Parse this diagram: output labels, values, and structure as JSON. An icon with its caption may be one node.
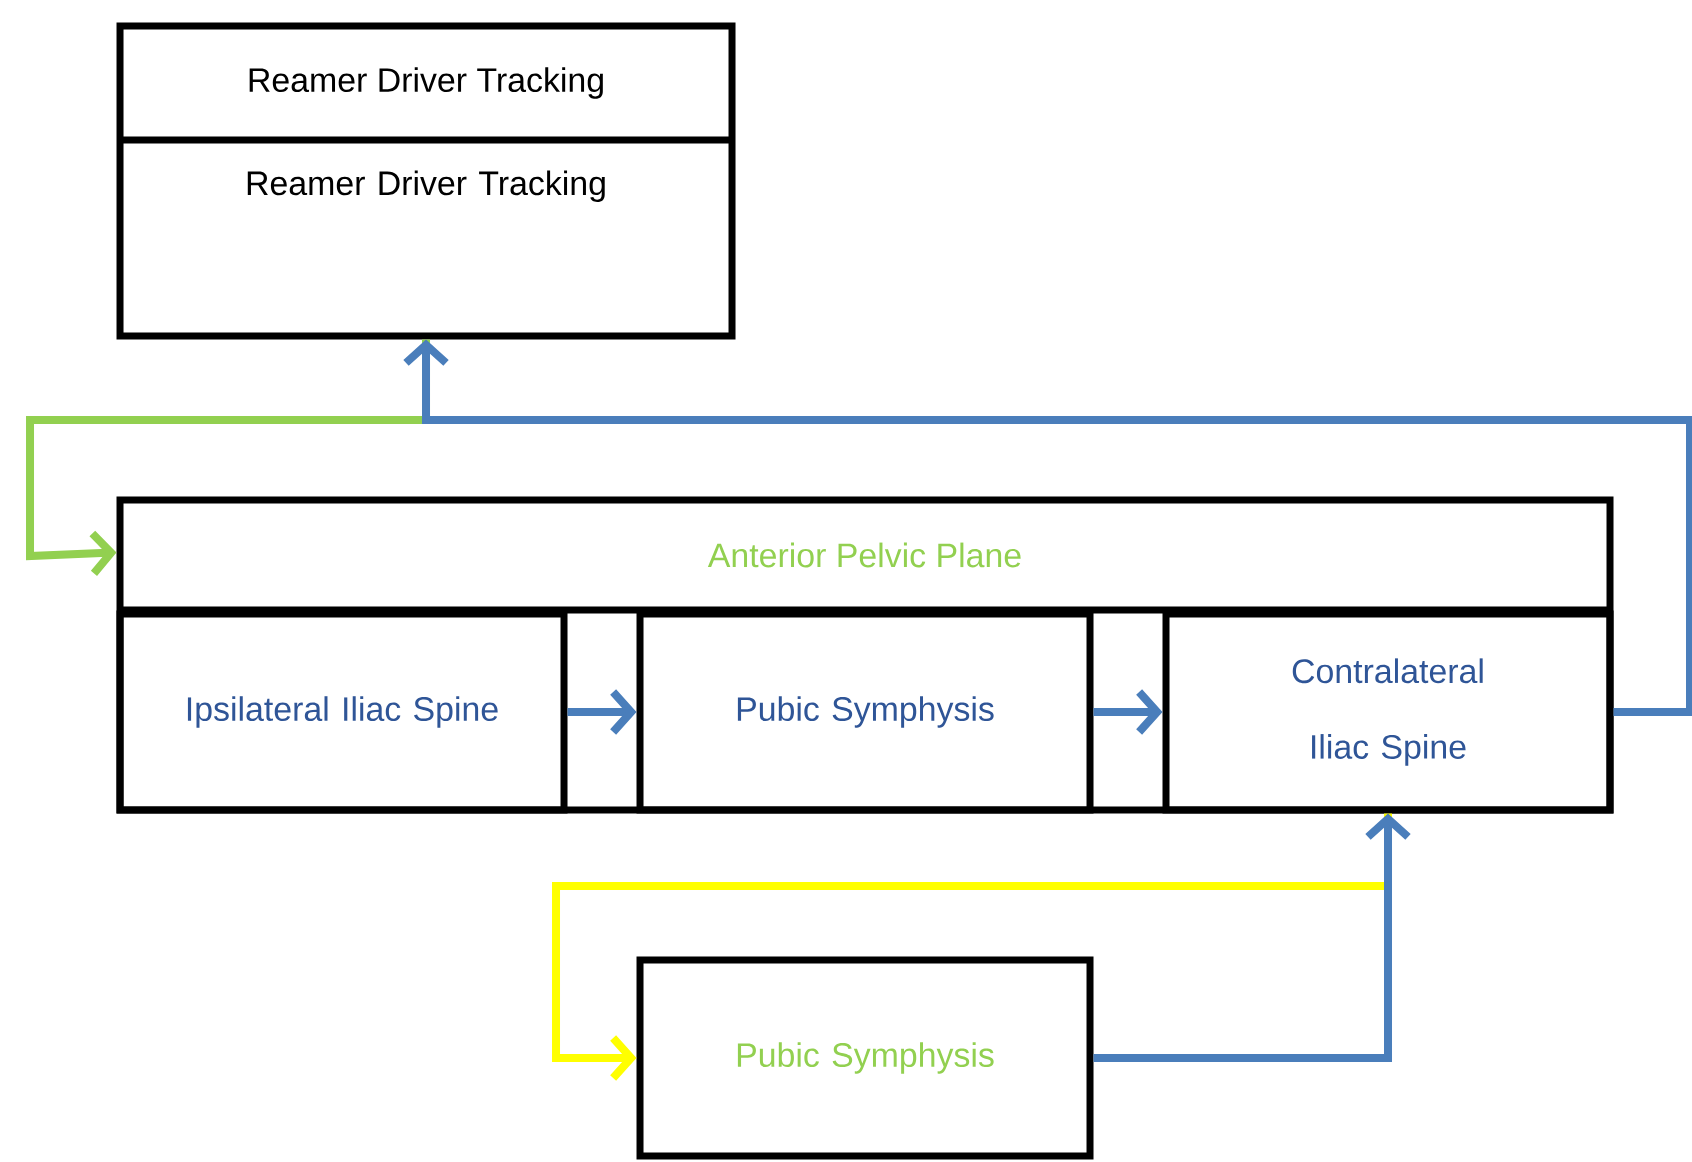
{
  "diagram": {
    "nodes": [
      {
        "text": [
          "Reamer Driver Tracking",
          "Reamer Driver Tracking"
        ]
      },
      {
        "text": [
          "Anterior Pelvic Plane"
        ]
      },
      {
        "text": [
          "Ipsilateral Iliac Spine"
        ],
        "in": 1
      },
      {
        "text": [
          "Pubic Symphysis"
        ],
        "in": 1
      },
      {
        "text": [
          "Contralateral Iliac Spine"
        ],
        "in": 1
      },
      {
        "text": [
          "Pubic Symphysis"
        ]
      }
    ],
    "edges": [
      {
        "from": 2,
        "to": 3,
        "arrow": "to"
      },
      {
        "from": 3,
        "to": 4,
        "arrow": "to"
      },
      {
        "from": 4,
        "to": 0,
        "arrow": "to"
      },
      {
        "from": 0,
        "to": 1,
        "arrow": "to",
        "color": "#92d050"
      },
      {
        "from": 4,
        "to": 5,
        "arrow": "to",
        "color": "#ffff00"
      },
      {
        "from": 5,
        "to": 4,
        "arrow": "to"
      }
    ]
  }
}
